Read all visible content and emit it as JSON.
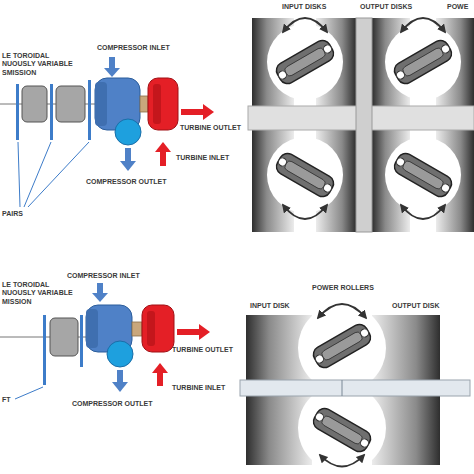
{
  "diagram": {
    "labels": [
      "LE TOROIDAL NUOUSLY VARIABLE SMISSION",
      "COMPRESSOR INLET",
      "INPUT DISKS",
      "OUTPUT DISKS",
      "POWE",
      "TURBINE OUTLET",
      "TURBINE INLET",
      "COMPRESSOR OUTLET",
      "PAIRS",
      "POWER ROLLERS",
      "LE TOROIDAL NUOUSLY VARIABLE MISSION",
      "COMPRESSOR INLET",
      "INPUT DISK",
      "OUTPUT DISK",
      "TURBINE OUTLET",
      "TURBINE INLET",
      "COMPRESSOR OUTLET",
      "FT"
    ]
  }
}
